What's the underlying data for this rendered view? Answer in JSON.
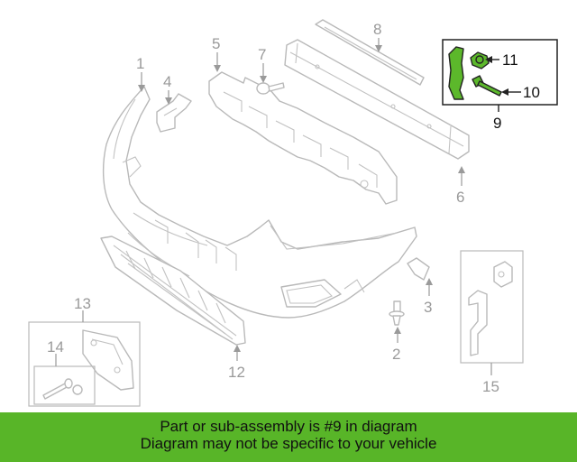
{
  "callouts": {
    "c1": "1",
    "c2": "2",
    "c3": "3",
    "c4": "4",
    "c5": "5",
    "c6": "6",
    "c7": "7",
    "c8": "8",
    "c9": "9",
    "c10": "10",
    "c11": "11",
    "c12": "12",
    "c13": "13",
    "c14": "14",
    "c15": "15"
  },
  "highlighted_part": "9",
  "colors": {
    "highlight": "#5cb82b",
    "banner": "#58b528",
    "line": "#b9b9b9"
  },
  "banner": {
    "line1": "Part or sub-assembly is #9 in diagram",
    "line2": "Diagram may not be specific to your vehicle"
  }
}
